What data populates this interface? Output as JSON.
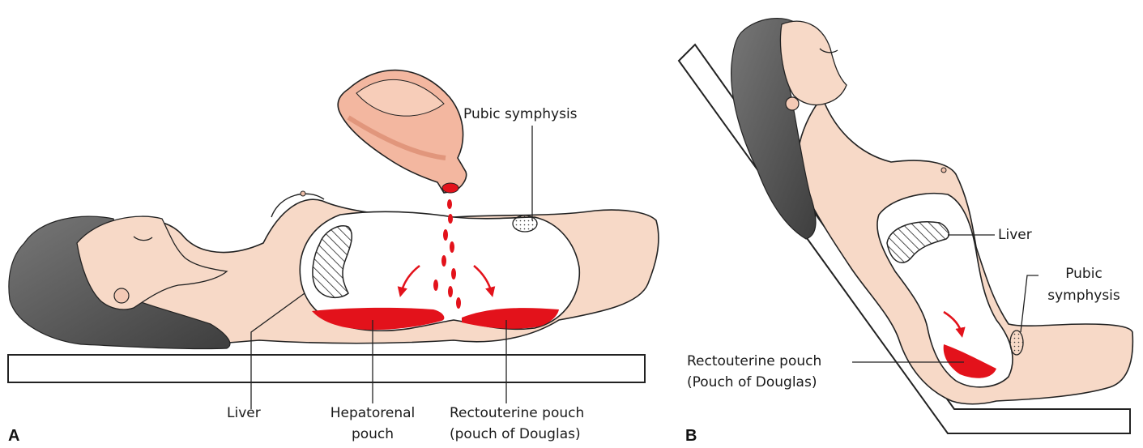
{
  "panels": {
    "a": {
      "letter": "A",
      "labels": {
        "pubic_symphysis": "Pubic symphysis",
        "liver": "Liver",
        "hepatorenal_line1": "Hepatorenal",
        "hepatorenal_line2": "pouch",
        "rectouterine_line1": "Rectouterine pouch",
        "rectouterine_line2": "(pouch of Douglas)"
      }
    },
    "b": {
      "letter": "B",
      "labels": {
        "liver": "Liver",
        "pubic_line1": "Pubic",
        "pubic_line2": "symphysis",
        "rectouterine_line1": "Rectouterine pouch",
        "rectouterine_line2": "(Pouch of Douglas)"
      }
    }
  },
  "colors": {
    "skin": "#f7d9c7",
    "skin_shadow": "#e8b9a0",
    "hair": "#5a5a5a",
    "blood": "#e3121b",
    "outline": "#222222"
  }
}
